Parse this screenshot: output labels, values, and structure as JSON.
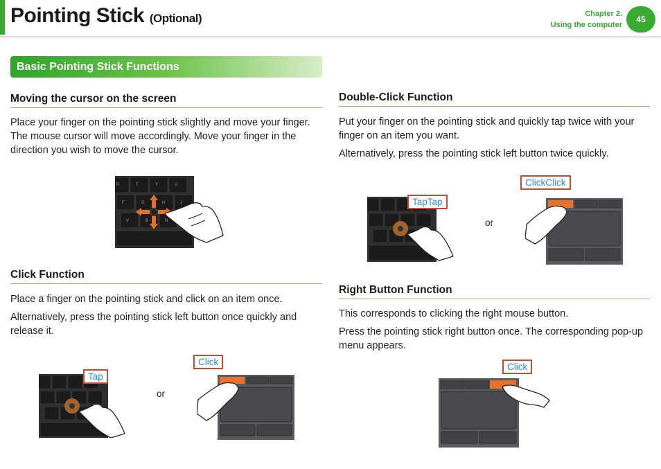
{
  "header": {
    "title": "Pointing Stick",
    "title_suffix": "(Optional)",
    "chapter": "Chapter 2.",
    "chapter_subtitle": "Using the computer",
    "page_number": "45",
    "accent_color": "#3aab32"
  },
  "section": {
    "title": "Basic Pointing Stick Functions"
  },
  "moving": {
    "heading": "Moving the cursor on the screen",
    "body": "Place your finger on the pointing stick slightly and move your finger. The mouse cursor will move accordingly. Move your finger in the direction you wish to move the cursor."
  },
  "click": {
    "heading": "Click Function",
    "body1": "Place a finger on the pointing stick and click on an item once.",
    "body2": "Alternatively, press the pointing stick left button once quickly and release it.",
    "callout_tap": "Tap",
    "or": "or",
    "callout_click": "Click"
  },
  "double_click": {
    "heading": "Double-Click Function",
    "body1": "Put your finger on the pointing stick and quickly tap twice with your finger on an item you want.",
    "body2": "Alternatively, press the pointing stick left button twice quickly.",
    "callout_tap": "TapTap",
    "or": "or",
    "callout_click": "ClickClick"
  },
  "right_button": {
    "heading": "Right Button Function",
    "body1": "This corresponds to clicking the right mouse button.",
    "body2": "Press the pointing stick right button once. The corresponding pop-up menu appears.",
    "callout_click": "Click"
  },
  "keyboard_keys": {
    "row1": [
      "R",
      "T",
      "Y",
      "U"
    ],
    "row2": [
      "F",
      "G",
      "H",
      "J"
    ],
    "row3": [
      "V",
      "B",
      "N"
    ]
  }
}
